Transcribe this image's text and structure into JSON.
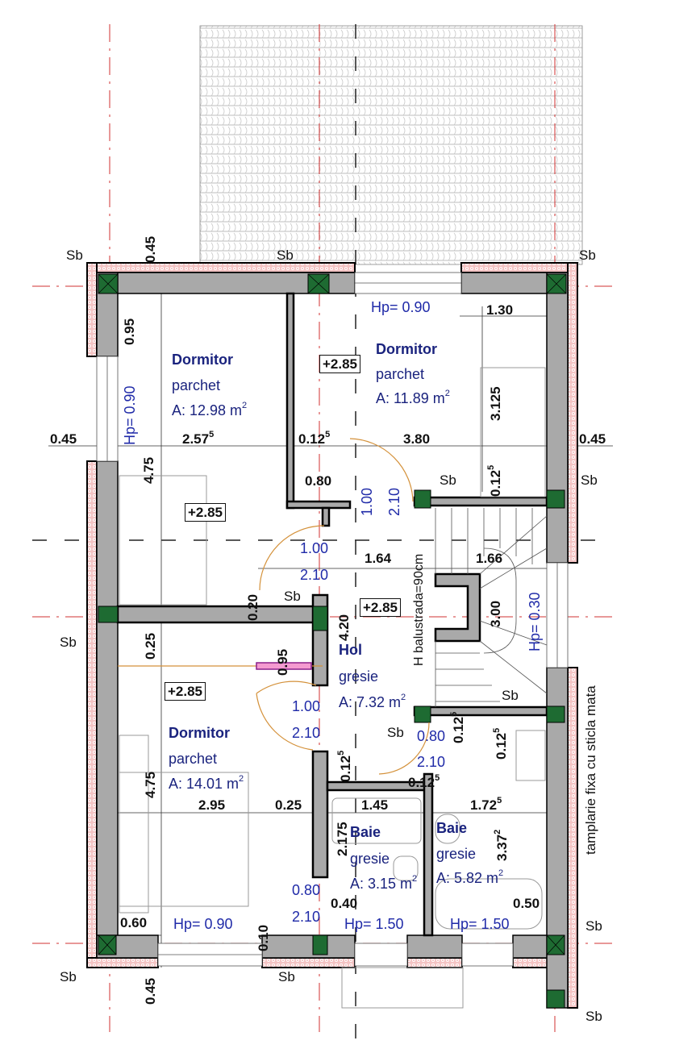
{
  "plan": {
    "colors": {
      "wall_fill": "#a9a9a9",
      "insulation": "#f2b8b8",
      "column": "#1e6b32",
      "axis_red": "#d03030",
      "door_arc": "#d4913a",
      "text_blue": "#1f2aa8",
      "room_label": "#1a237e",
      "roof_tile": "#cfcfcf"
    },
    "rooms": [
      {
        "name": "Dormitor",
        "finish": "parchet",
        "area": "A: 12.98 m",
        "area_sup": "2"
      },
      {
        "name": "Dormitor",
        "finish": "parchet",
        "area": "A: 11.89 m",
        "area_sup": "2"
      },
      {
        "name": "Dormitor",
        "finish": "parchet",
        "area": "A: 14.01 m",
        "area_sup": "2"
      },
      {
        "name": "Hol",
        "finish": "gresie",
        "area": "A: 7.32 m",
        "area_sup": "2"
      },
      {
        "name": "Baie",
        "finish": "gresie",
        "area": "A: 3.15 m",
        "area_sup": "2"
      },
      {
        "name": "Baie",
        "finish": "gresie",
        "area": "A: 5.82 m",
        "area_sup": "2"
      }
    ],
    "levels": [
      "+2.85",
      "+2.85",
      "+2.85",
      "+2.85"
    ],
    "column_tag": "Sb",
    "windows": {
      "hp_090": "Hp= 0.90",
      "hp_030": "Hp= 0.30",
      "hp_150": "Hp= 1.50"
    },
    "doors": {
      "w100": "1.00",
      "h210": "2.10",
      "w080": "0.80"
    },
    "dims": {
      "d045": "0.45",
      "d095": "0.95",
      "d090": "0.90",
      "d130": "1.30",
      "d3125": "3.125",
      "d2575": "2.57",
      "sup5": "5",
      "d0125": "0.12",
      "d380": "3.80",
      "d080": "0.80",
      "d475": "4.75",
      "d164": "1.64",
      "d166": "1.66",
      "d300": "3.00",
      "d420": "4.20",
      "d020": "0.20",
      "d025": "0.25",
      "d295": "2.95",
      "d145": "1.45",
      "d1725": "1.72",
      "d2175": "2.175",
      "d3372": "3.37",
      "sup2": "2",
      "d040": "0.40",
      "d050": "0.50",
      "d060": "0.60",
      "d010": "0.10",
      "d0125b": "0.125"
    },
    "notes": {
      "balustrade": "H balustrada=90cm",
      "glazing": "tamplarie fixa cu sticla mata"
    }
  }
}
